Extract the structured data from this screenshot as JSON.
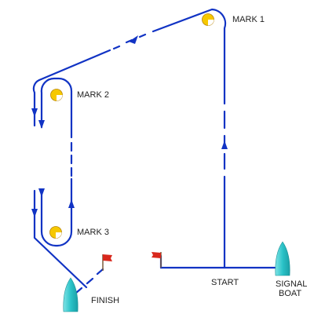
{
  "course": {
    "marks": [
      {
        "label": "MARK 1",
        "icon": "yellow-buoy-icon"
      },
      {
        "label": "MARK 2",
        "icon": "yellow-buoy-icon"
      },
      {
        "label": "MARK 3",
        "icon": "yellow-buoy-icon"
      }
    ],
    "start_label": "START",
    "finish_label": "FINISH",
    "signal_boat_label": [
      "SIGNAL",
      "BOAT"
    ]
  },
  "colors": {
    "course_line": "#1133c4",
    "buoy_fill": "#f6c800",
    "flag": "#d8281c",
    "boat": "#2bc3c8"
  }
}
